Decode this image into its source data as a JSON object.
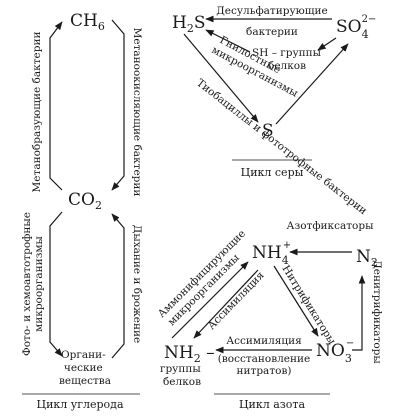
{
  "carbon": {
    "ch4_base": "CH",
    "ch4_sub": "6",
    "co2_base": "CO",
    "co2_sub": "2",
    "organic_line1": "Органи-",
    "organic_line2": "ческие",
    "organic_line3": "вещества",
    "methanogenic": "Метанобразующие бактерии",
    "methane_oxidizing": "Метаноокисляющие бактерии",
    "photo_chemo_line1": "Фото- и хемоавтотрофные",
    "photo_chemo_line2": "микроорганизмы",
    "respiration": "Дыхание и брожение",
    "caption": "Цикл углерода"
  },
  "sulfur": {
    "h2s_base": "H",
    "h2s_sub": "2",
    "h2s_tail": "S",
    "so4_base": "SO",
    "so4_sub": "4",
    "so4_sup": "2−",
    "s": "S",
    "desulf_line1": "Десульфатирующие",
    "desulf_line2": "бактерии",
    "sh_line1": "SH – группы",
    "sh_line2": "белков",
    "putrefactive_line1": "Гнилостные",
    "putrefactive_line2": "микроорганизмы",
    "thiobacilli": "Тиобациллы и фототрофные бактерии",
    "caption": "Цикл серы"
  },
  "nitrogen": {
    "nh4_base": "NH",
    "nh4_sub": "4",
    "nh4_sup": "+",
    "n2_base": "N",
    "n2_sub": "2",
    "no3_base": "NO",
    "no3_sub": "3",
    "no3_sup": "−",
    "nh2_base": "NH",
    "nh2_sub": "2",
    "nh2_tail": " –",
    "nh2_groups_line1": "группы",
    "nh2_groups_line2": "белков",
    "nitrogen_fixers": "Азотфиксаторы",
    "nitrifiers": "Нитрификаторы",
    "denitrifiers": "Денитрификаторы",
    "ammonifying_line1": "Аммонифицирующие",
    "ammonifying_line2": "микроорганизмы",
    "assimilation": "Ассимиляция",
    "assim_reduction_line1": "Ассимиляция",
    "assim_reduction_line2": "(восстановление",
    "assim_reduction_line3": "нитратов)",
    "caption": "Цикл азота"
  }
}
